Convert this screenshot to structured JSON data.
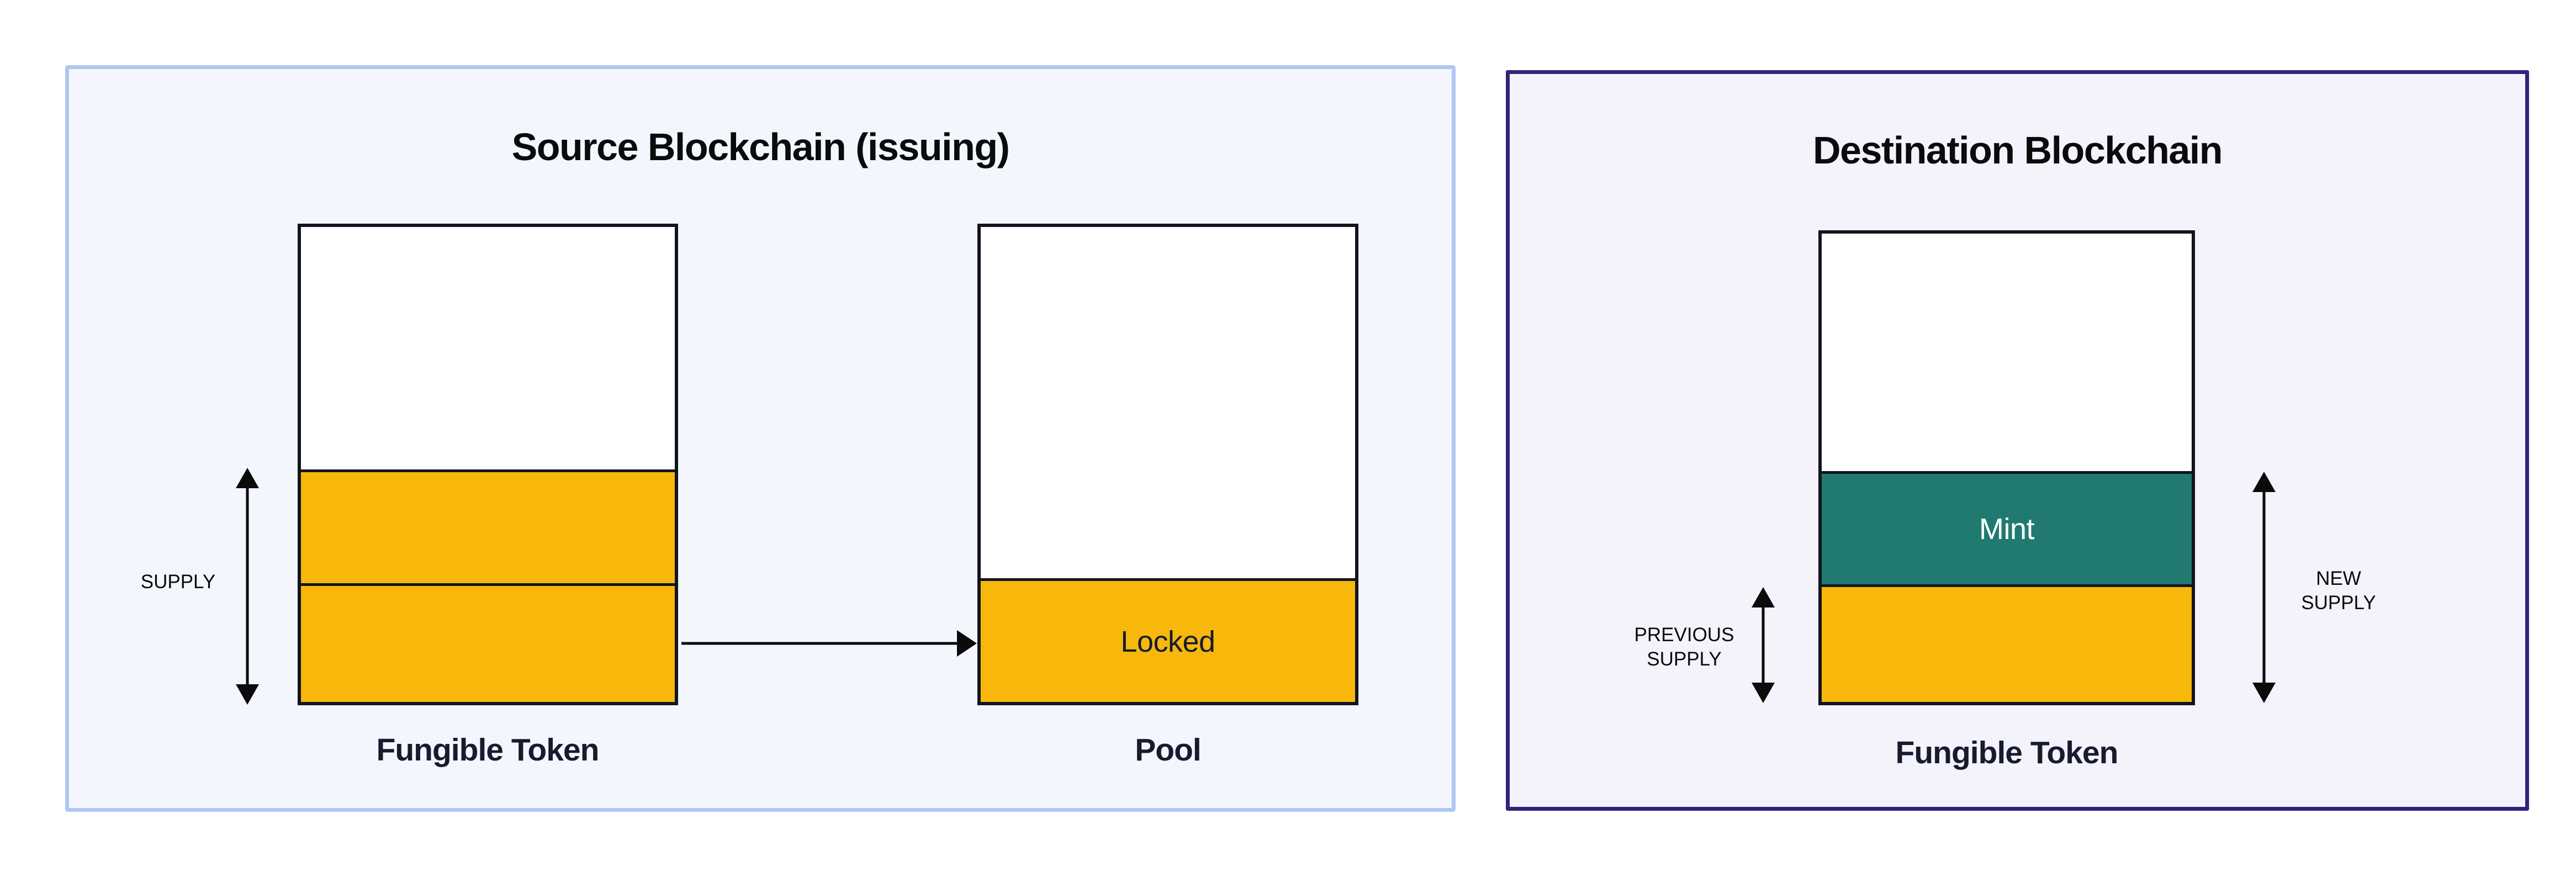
{
  "colors": {
    "page_bg": "#ffffff",
    "source_panel_bg": "#f3f6fd",
    "source_panel_border": "#afc7f1",
    "dest_panel_bg": "#f4f2fb",
    "dest_panel_border": "#31237a",
    "bar_border": "#12141f",
    "token_yellow": "#f7b80b",
    "mint_teal": "#207a70",
    "dark_label": "#161b2e",
    "title_black": "#0a0b0c",
    "arrow_black": "#0b0b0b",
    "mint_text": "#ffffff"
  },
  "source_panel": {
    "title": "Source Blockchain (issuing)",
    "supply_label": "SUPPLY",
    "token_bar": {
      "label": "Fungible Token",
      "segments": [
        "unissued (white)",
        "supply upper (yellow)",
        "supply lower (yellow)"
      ]
    },
    "pool_bar": {
      "label": "Pool",
      "locked_label": "Locked",
      "segments": [
        "empty (white)",
        "locked (yellow)"
      ]
    }
  },
  "destination_panel": {
    "title": "Destination Blockchain",
    "previous_supply_label": "PREVIOUS SUPPLY",
    "new_supply_label": "NEW SUPPLY",
    "token_bar": {
      "label": "Fungible Token",
      "mint_label": "Mint",
      "segments": [
        "unissued (white)",
        "mint (teal)",
        "previous supply (yellow)"
      ]
    }
  }
}
